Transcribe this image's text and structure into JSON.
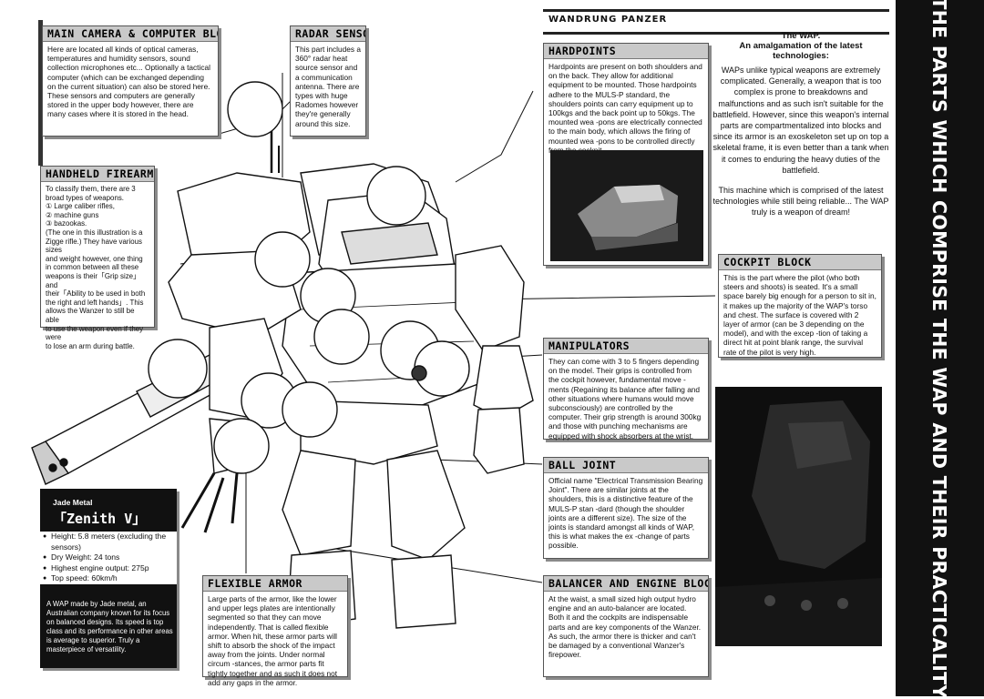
{
  "header": {
    "label": "WANDRUNG PANZER"
  },
  "sidebar": {
    "title": "THE PARTS WHICH COMPRISE THE WAP AND THEIR PRACTICALITY"
  },
  "intro": {
    "title": "The WAP.",
    "subtitle": "An amalgamation of the latest technologies:",
    "para1": "WAPs unlike typical weapons are extremely complicated. Generally, a weapon that is too complex is prone to breakdowns and malfunctions and as such isn't suitable for the battlefield. However, since this weapon's internal parts are compartmentalized into blocks and since its armor is an exoskeleton set up on top a skeletal frame, it is even better than a tank when it comes to enduring the heavy duties of the battlefield.",
    "para2": "This machine which is comprised of the latest technologies while still being reliable... The WAP truly is a weapon of dream!"
  },
  "sections": {
    "main_camera": {
      "title": "MAIN CAMERA & COMPUTER BLOCK",
      "body": "Here are located all kinds of optical cameras, temperatures and humidity sensors, sound collection microphones etc... Optionally a tactical computer (which can be exchanged depending on the current situation) can also be stored here. These sensors and computers are generally stored in the upper body however, there are many cases where it is stored in the head."
    },
    "radar_sensor": {
      "title": "RADAR SENSOR",
      "body": "This part includes a 360° radar heat source sensor and a communication antenna. There are types with huge Radomes however they're generally around this size."
    },
    "hardpoints": {
      "title": "HARDPOINTS",
      "body": "Hardpoints are present on both shoulders and on the back. They allow for additional equipment to be mounted. Those hardpoints adhere to the MULS-P standard, the shoulders points can carry equipment up to 100kgs and the back point up to 50kgs. The mounted wea -pons are electrically connected to the main body, which allows the firing of mounted wea -pons to be controlled directly from the cockpit."
    },
    "handheld_firearm": {
      "title": "HANDHELD FIREARM",
      "body": "To classify them, there are 3\nbroad types of weapons.\n① Large caliber rifles,\n② machine guns\n③ bazookas.\n(The one in this illustration is a\nZigge rifle.) They have various sizes\nand weight however, one thing\nin common between all these\nweapons is their「Grip size」and\ntheir「Ability to be used in both\nthe right and left hands」. This\nallows the Wanzer to still be able\nto use the weapon even if they were\nto lose an arm during battle."
    },
    "cockpit_block": {
      "title": "COCKPIT BLOCK",
      "body": "This is the part where the pilot (who both steers and shoots) is seated. It's a small space barely big enough for a person to sit in, it makes up the majority of the WAP's torso and chest. The surface is covered with 2 layer of armor (can be 3 depending on the model), and with the excep -tion of taking a direct hit at point blank range, the survival rate of the pilot is very high."
    },
    "manipulators": {
      "title": "MANIPULATORS",
      "body": "They can come with 3 to 5 fingers depending on the model. Their grips is controlled from the cockpit however, fundamental move -ments (Regaining its balance after falling and other situations where humans would move subconsciously) are controlled by the computer. Their grip strength is around 300kg and those with punching mechanisms are equipped with shock absorbers at the wrist."
    },
    "ball_joint": {
      "title": "BALL JOINT",
      "body": "Official name \"Electrical Transmission Bearing Joint\". There are similar joints at the shoulders, this is a distinctive feature of the MULS-P stan -dard (though the shoulder joints are a different size). The size of the joints is standard amongst all kinds of WAP, this is what makes the ex -change of parts possible."
    },
    "flexible_armor": {
      "title": "FLEXIBLE ARMOR",
      "body": "Large parts of the armor, like the lower and upper legs plates are intentionally segmented so that they can move independently. That is called flexible armor. When hit, these armor parts will shift to absorb the shock of the impact away from the joints. Under normal circum -stances, the armor parts fit tightly together and as such it does not add any gaps in the armor."
    },
    "balancer": {
      "title": "BALANCER AND ENGINE BLOCK",
      "body": "At the waist, a small sized high output hydro engine and an auto-balancer are located. Both it and the cockpits are indispensable parts and are key components of the Wanzer. As such, the armor there is thicker and can't be damaged by a conventional Wanzer's firepower."
    }
  },
  "specs": {
    "maker": "Jade Metal",
    "model": "「Zenith V」",
    "items": [
      "Height: 5.8 meters (excluding the sensors)",
      "Dry Weight: 24 tons",
      "Highest engine output: 275p",
      "Top speed: 60km/h"
    ],
    "description": "A WAP made by Jade metal, an Australian company known for its focus on balanced designs. Its speed is top class and its performance in other areas is average to superior. Truly a masterpiece of versatility."
  }
}
